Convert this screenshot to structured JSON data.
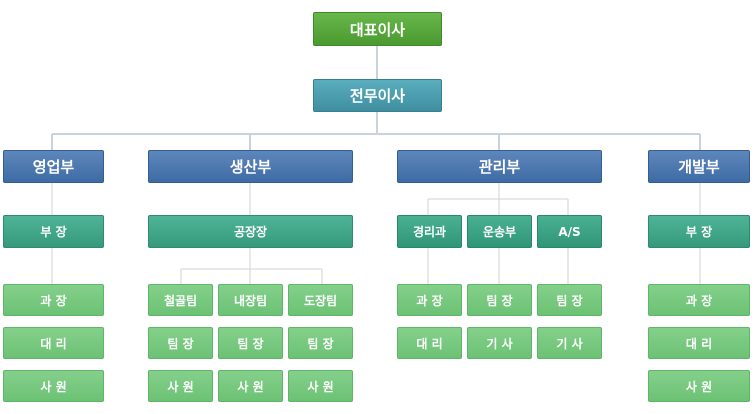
{
  "chart": {
    "ceo": "대표이사",
    "managing_director": "전무이사",
    "departments": {
      "sales": {
        "label": "영업부",
        "head": "부 장",
        "ranks": [
          "과 장",
          "대 리",
          "사 원"
        ]
      },
      "production": {
        "label": "생산부",
        "head": "공장장",
        "teams": [
          {
            "label": "철골팀",
            "ranks": [
              "팀 장",
              "사 원"
            ]
          },
          {
            "label": "내장팀",
            "ranks": [
              "팀 장",
              "사 원"
            ]
          },
          {
            "label": "도장팀",
            "ranks": [
              "팀 장",
              "사 원"
            ]
          }
        ]
      },
      "management": {
        "label": "관리부",
        "teams": [
          {
            "label": "경리과",
            "ranks": [
              "과 장",
              "대 리"
            ]
          },
          {
            "label": "운송부",
            "ranks": [
              "팀 장",
              "기 사"
            ]
          },
          {
            "label": "A/S",
            "ranks": [
              "팀 장",
              "기 사"
            ]
          }
        ]
      },
      "development": {
        "label": "개발부",
        "head": "부 장",
        "ranks": [
          "과 장",
          "대 리",
          "사 원"
        ]
      }
    }
  },
  "colors": {
    "connector": "#c8d3de",
    "executive": "#55a83a",
    "senior": "#4a9fb0",
    "department": "#4a78b0",
    "manager": "#40a888",
    "staff": "#76c97e"
  }
}
